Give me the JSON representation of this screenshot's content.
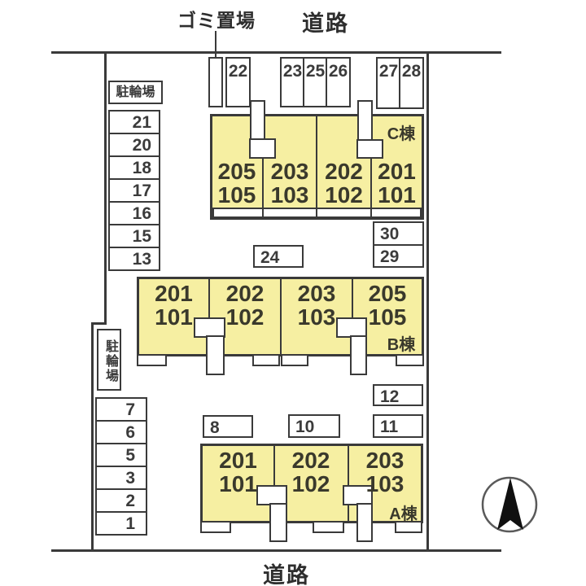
{
  "labels": {
    "road_top": "道路",
    "road_bottom": "道路",
    "garbage_area": "ゴミ置場",
    "bicycle_parking_top": "駐輪場",
    "bicycle_parking_lower": "駐輪場"
  },
  "parking_stalls": {
    "top_row": [
      "22",
      "23",
      "25",
      "26",
      "27",
      "28"
    ],
    "left_column": [
      "21",
      "20",
      "18",
      "17",
      "16",
      "15",
      "13"
    ],
    "lower_left_column": [
      "7",
      "6",
      "5",
      "3",
      "2",
      "1"
    ],
    "center": [
      "24"
    ],
    "right_middle": [
      "30",
      "29"
    ],
    "lower_row": [
      "8",
      "10",
      "11",
      "12"
    ]
  },
  "buildings": {
    "c": {
      "name": "C棟",
      "units": [
        {
          "upper": "205",
          "lower": "105"
        },
        {
          "upper": "203",
          "lower": "103"
        },
        {
          "upper": "202",
          "lower": "102"
        },
        {
          "upper": "201",
          "lower": "101"
        }
      ]
    },
    "b": {
      "name": "B棟",
      "units": [
        {
          "upper": "201",
          "lower": "101"
        },
        {
          "upper": "202",
          "lower": "102"
        },
        {
          "upper": "203",
          "lower": "103"
        },
        {
          "upper": "205",
          "lower": "105"
        }
      ]
    },
    "a": {
      "name": "A棟",
      "units": [
        {
          "upper": "201",
          "lower": "101"
        },
        {
          "upper": "202",
          "lower": "102"
        },
        {
          "upper": "203",
          "lower": "103"
        }
      ]
    }
  },
  "colors": {
    "building_fill": "#f6efa2",
    "line": "#3a3a3a",
    "background": "#ffffff"
  },
  "compass": {
    "icon": "north-arrow"
  }
}
